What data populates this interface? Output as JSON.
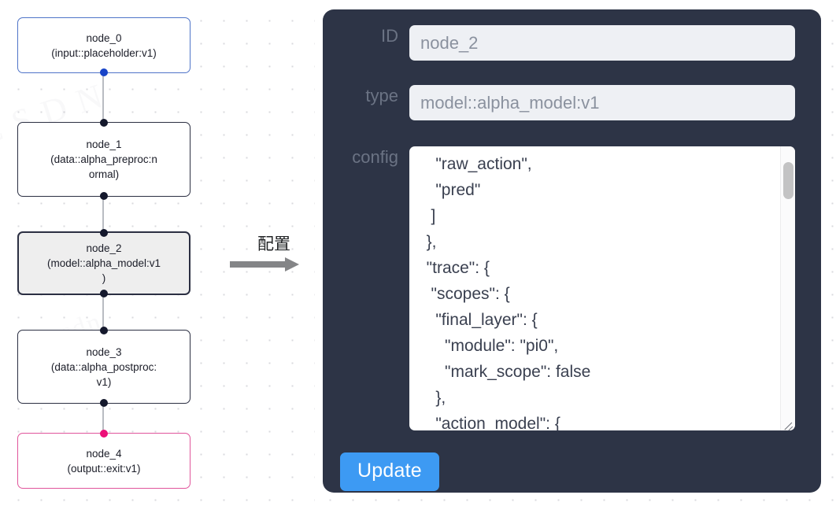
{
  "graph": {
    "nodes": [
      {
        "id": "node_0",
        "title": "node_0",
        "subtitle": "(input::placeholder:v1)",
        "role": "input",
        "selected": false,
        "accent": "#4f74c8"
      },
      {
        "id": "node_1",
        "title": "node_1",
        "subtitle_line1": "(data::alpha_preproc:n",
        "subtitle_line2": "ormal)",
        "role": "process",
        "selected": false,
        "accent": "#2b2f42"
      },
      {
        "id": "node_2",
        "title": "node_2",
        "subtitle_line1": "(model::alpha_model:v1",
        "subtitle_line2": ")",
        "role": "model",
        "selected": true,
        "accent": "#2b2f42"
      },
      {
        "id": "node_3",
        "title": "node_3",
        "subtitle_line1": "(data::alpha_postproc:",
        "subtitle_line2": "v1)",
        "role": "process",
        "selected": false,
        "accent": "#2b2f42"
      },
      {
        "id": "node_4",
        "title": "node_4",
        "subtitle": "(output::exit:v1)",
        "role": "output",
        "selected": false,
        "accent": "#e0559b"
      }
    ],
    "handle_colors": {
      "default": "#14182c",
      "input": "#1844c8",
      "output": "#ec0f78"
    },
    "edge_color": "#b9bcc2"
  },
  "transition": {
    "label": "配置",
    "arrow_icon": "arrow-right-icon",
    "arrow_color": "#848587"
  },
  "panel": {
    "background": "#2d3446",
    "fields": {
      "id": {
        "label": "ID",
        "value": "node_2"
      },
      "type": {
        "label": "type",
        "value": "model::alpha_model:v1"
      },
      "config": {
        "label": "config",
        "value": "    \"raw_action\",\n    \"pred\"\n   ]\n  },\n  \"trace\": {\n   \"scopes\": {\n    \"final_layer\": {\n      \"module\": \"pi0\",\n      \"mark_scope\": false\n    },\n    \"action_model\": {"
      }
    },
    "update_button": {
      "label": "Update",
      "color": "#3d9af3"
    },
    "scrollbar": {
      "thumb_color": "#c3c3c4"
    }
  },
  "watermarks": [
    "C S D N",
    "@alpha",
    "csdn"
  ]
}
